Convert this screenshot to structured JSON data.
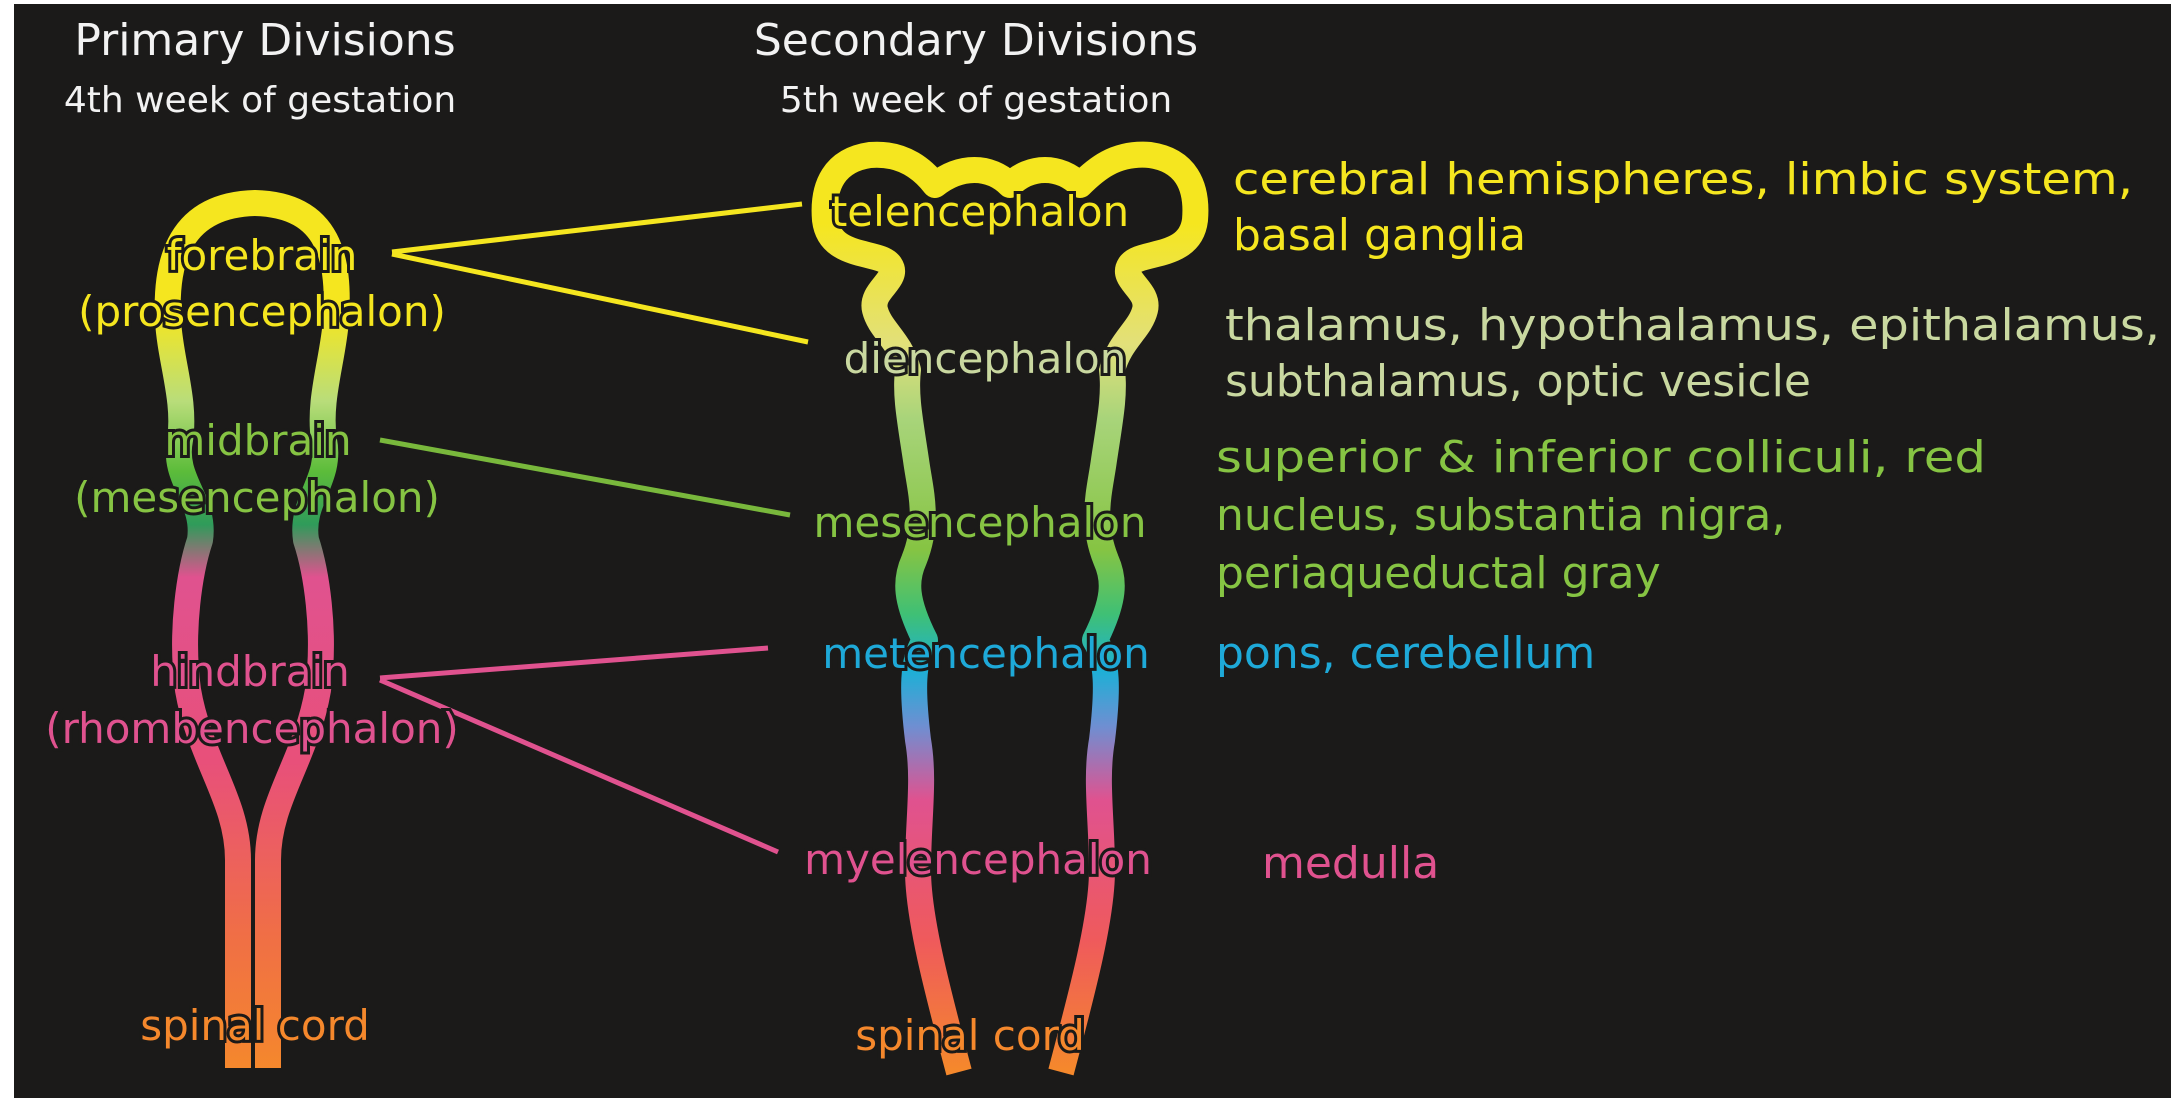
{
  "headers": {
    "primary_title": "Primary Divisions",
    "primary_subtitle": "4th week of gestation",
    "secondary_title": "Secondary Divisions",
    "secondary_subtitle": "5th week of gestation"
  },
  "primary": {
    "forebrain": "forebrain",
    "forebrain_alt": "(prosencephalon)",
    "midbrain": "midbrain",
    "midbrain_alt": "(mesencephalon)",
    "hindbrain": "hindbrain",
    "hindbrain_alt": "(rhombencephalon)",
    "spinal_cord": "spinal cord"
  },
  "secondary": {
    "telencephalon": "telencephalon",
    "diencephalon": "diencephalon",
    "mesencephalon": "mesencephalon",
    "metencephalon": "metencephalon",
    "myelencephalon": "myelencephalon",
    "spinal_cord": "spinal cord"
  },
  "structures": {
    "telencephalon_1": "cerebral hemispheres, limbic system,",
    "telencephalon_2": "basal ganglia",
    "diencephalon_1": "thalamus, hypothalamus, epithalamus,",
    "diencephalon_2": "subthalamus, optic vesicle",
    "mesencephalon_1": "superior & inferior colliculi, red",
    "mesencephalon_2": "nucleus, substantia nigra,",
    "mesencephalon_3": "periaqueductal gray",
    "metencephalon_1": "pons, cerebellum",
    "myelencephalon_1": "medulla"
  },
  "colors": {
    "background": "#1b1a19",
    "header_text": "#f2f2f2",
    "forebrain_yellow": "#f5e61f",
    "diencephalon_sage": "#c9d8a0",
    "midbrain_green": "#79b83c",
    "metencephalon_blue": "#1ea9d8",
    "hindbrain_pink": "#e0528f",
    "spinal_orange": "#f08a32"
  }
}
